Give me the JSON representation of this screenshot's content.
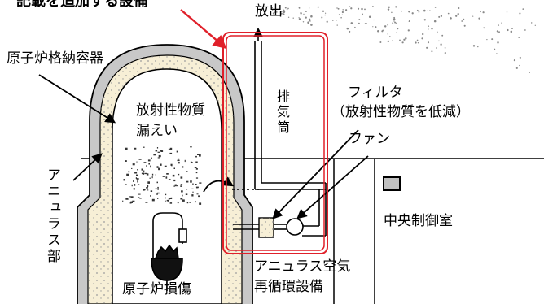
{
  "header_caption": "記載を追加する設備",
  "labels": {
    "release": "放出",
    "containment_vessel": "原子炉格納容器",
    "leak_line1": "放射性物質",
    "leak_line2": "漏えい",
    "stack": "排気筒",
    "filter_line1": "フィルタ",
    "filter_line2": "（放射性物質を低減）",
    "fan": "ファン",
    "central_control_room": "中央制御室",
    "annulus_part": "アニュラス部",
    "core_damage": "原子炉損傷",
    "annulus_recirc_line1": "アニュラス空気",
    "annulus_recirc_line2": "再循環設備"
  },
  "colors": {
    "highlight_box": "#e0202a",
    "annulus_fill": "#f7efd6",
    "wall_fill": "#c8c8c8",
    "dots": "#888888",
    "room_icon": "#c0c0c0"
  }
}
